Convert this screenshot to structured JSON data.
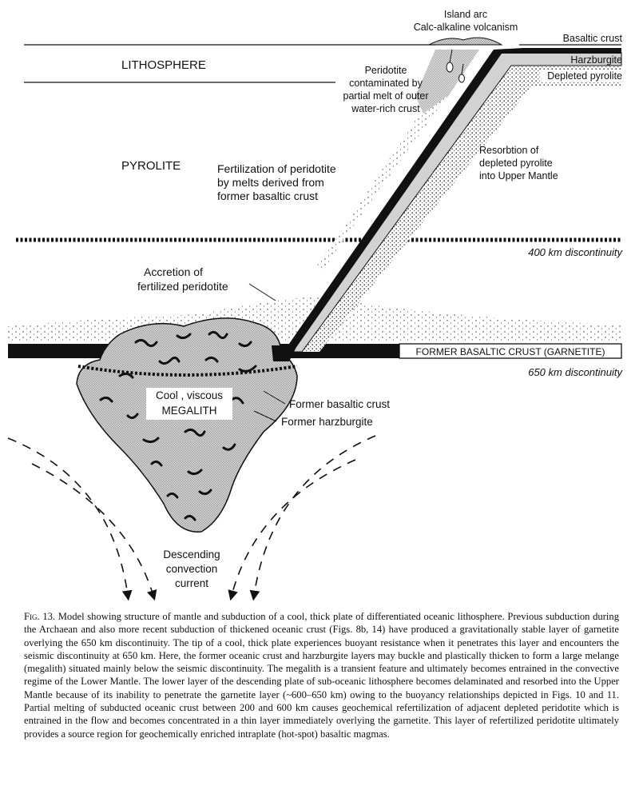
{
  "diagram": {
    "layer_labels": {
      "lithosphere": "LITHOSPHERE",
      "pyrolite": "PYROLITE"
    },
    "plate_labels": {
      "basaltic_crust": "Basaltic crust",
      "harzburgite": "Harzburgite",
      "depleted_pyrolite": "Depleted pyrolite"
    },
    "island_arc": [
      "Island arc",
      "Calc-alkaline volcanism"
    ],
    "peridotite_contaminated": [
      "Peridotite",
      "contaminated by",
      "partial melt of outer",
      "water-rich crust"
    ],
    "resorption": [
      "Resorbtion of",
      "depleted pyrolite",
      "into Upper Mantle"
    ],
    "fertilization": [
      "Fertilization of peridotite",
      "by melts derived from",
      "former basaltic crust"
    ],
    "discontinuity_400": "400 km discontinuity",
    "accretion": [
      "Accretion of",
      "fertilized peridotite"
    ],
    "former_basaltic_garnetite": "FORMER BASALTIC CRUST (GARNETITE)",
    "discontinuity_650": "650 km discontinuity",
    "megalith": [
      "Cool , viscous",
      "MEGALITH"
    ],
    "former_basaltic_crust": "Former basaltic crust",
    "former_harzburgite": "Former harzburgite",
    "convection": [
      "Descending",
      "convection",
      "current"
    ]
  },
  "caption": {
    "fig_number": "Fig. 13.",
    "text": "Model showing structure of mantle and subduction of a cool, thick plate of differentiated oceanic lithosphere. Previous subduction during the Archaean and also more recent subduction of thickened oceanic crust (Figs. 8b, 14) have produced a gravitationally stable layer of garnetite overlying the 650 km discontinuity. The tip of a cool, thick plate experiences buoyant resistance when it penetrates this layer and encounters the seismic discontinuity at 650 km. Here, the former oceanic crust and harzburgite layers may buckle and plastically thicken to form a large melange (megalith) situated mainly below the seismic discontinuity. The megalith is a transient feature and ultimately becomes entrained in the convective regime of the Lower Mantle. The lower layer of the descending plate of sub-oceanic lithosphere becomes delaminated and resorbed into the Upper Mantle because of its inability to penetrate the garnetite layer (~600–650 km) owing to the buoyancy relationships depicted in Figs. 10 and 11. Partial melting of subducted oceanic crust between 200 and 600 km causes geochemical refertilization of adjacent depleted peridotite which is entrained in the flow and becomes concentrated in a thin layer immediately overlying the garnetite. This layer of refertilized peridotite ultimately provides a source region for geochemically enriched intraplate (hot-spot) basaltic magmas."
  }
}
